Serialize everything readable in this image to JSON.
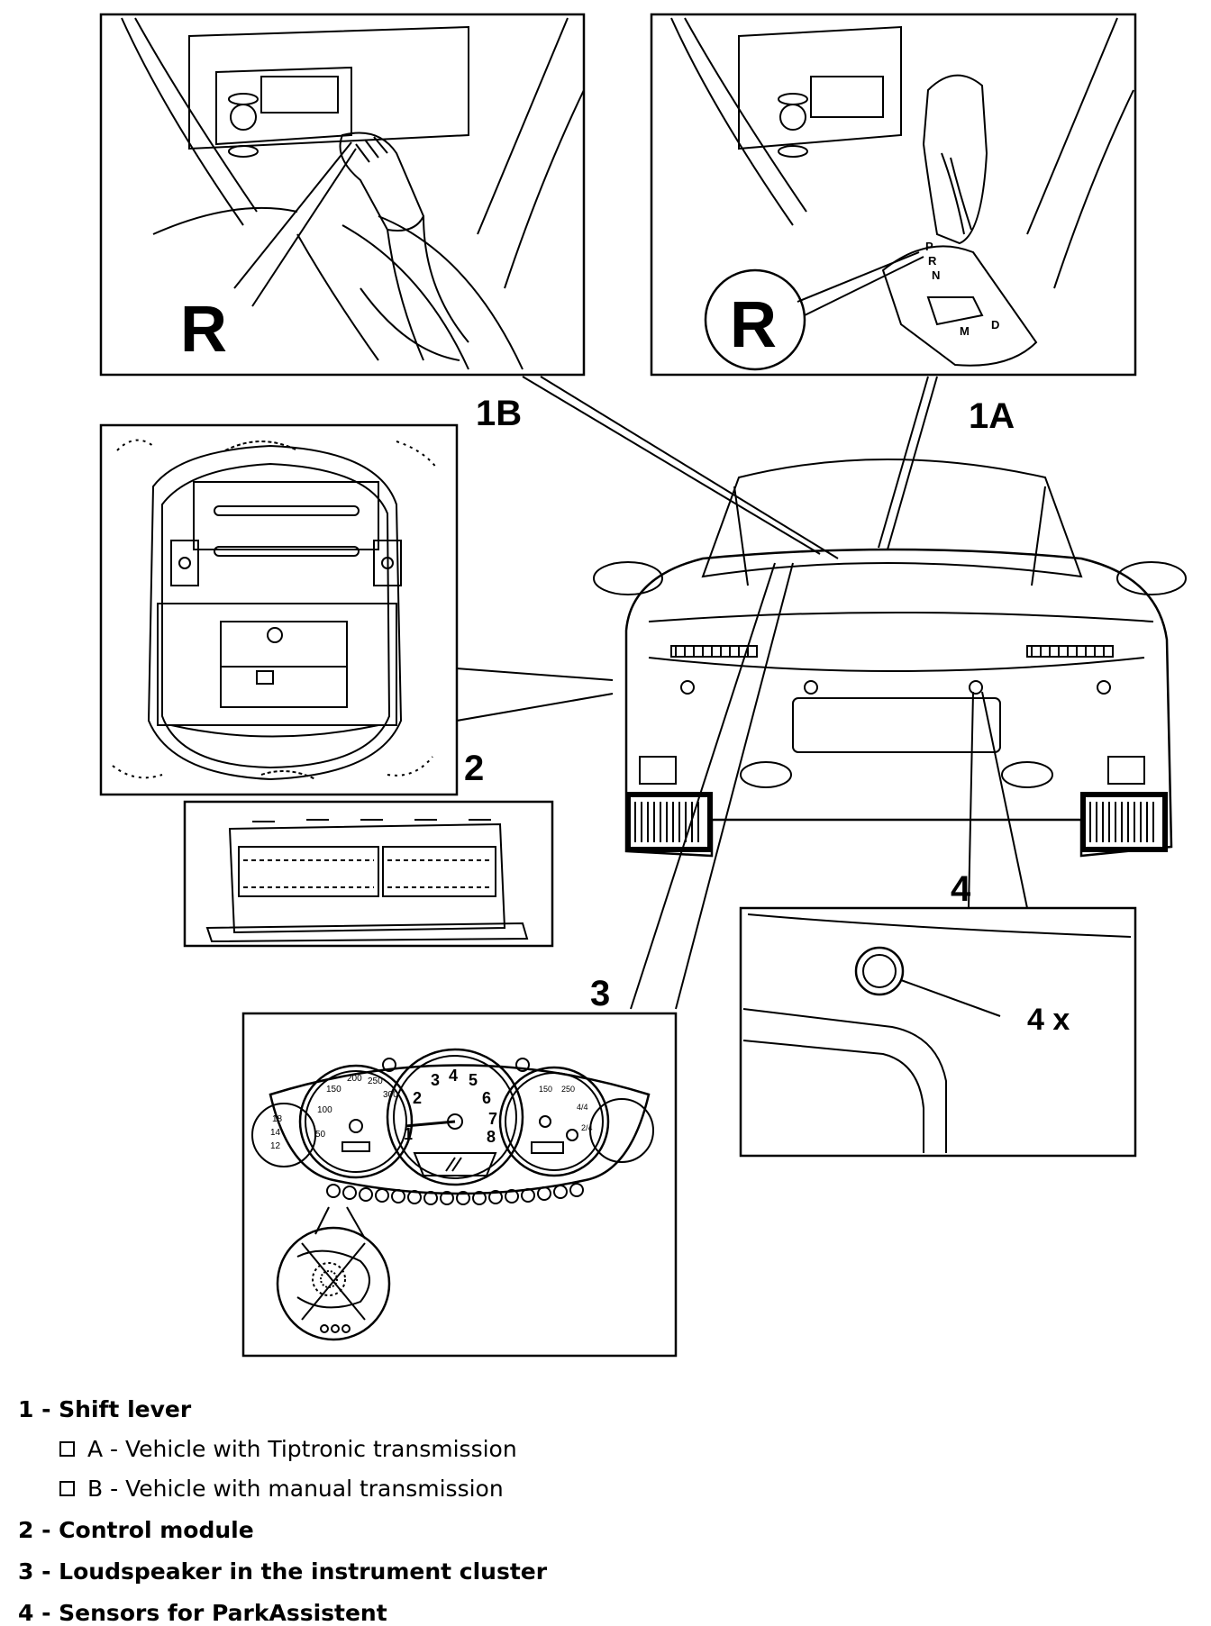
{
  "callouts": {
    "panel_1b_letter": "R",
    "panel_1a_letter": "R",
    "label_1b": "1B",
    "label_1a": "1A",
    "label_2": "2",
    "label_3": "3",
    "label_4": "4",
    "label_4x": "4 x",
    "gear_p": "P",
    "gear_r": "R",
    "gear_n": "N",
    "gear_d": "D",
    "gear_m": "M"
  },
  "gauges": {
    "tach_numbers": [
      "1",
      "2",
      "3",
      "4",
      "5",
      "6",
      "7",
      "8"
    ],
    "speedo_numbers": [
      "50",
      "100",
      "150",
      "200",
      "250",
      "300"
    ],
    "oil_numbers": [
      "18",
      "14",
      "12"
    ],
    "right_numbers": [
      "150",
      "250",
      "4/4",
      "2/4"
    ]
  },
  "legend": {
    "item1": "1 - Shift lever",
    "item1_a": "A - Vehicle with Tiptronic transmission",
    "item1_b": "B - Vehicle with manual transmission",
    "item2": "2 - Control module",
    "item3": "3 - Loudspeaker in the instrument cluster",
    "item4": "4 - Sensors for ParkAssistent"
  }
}
